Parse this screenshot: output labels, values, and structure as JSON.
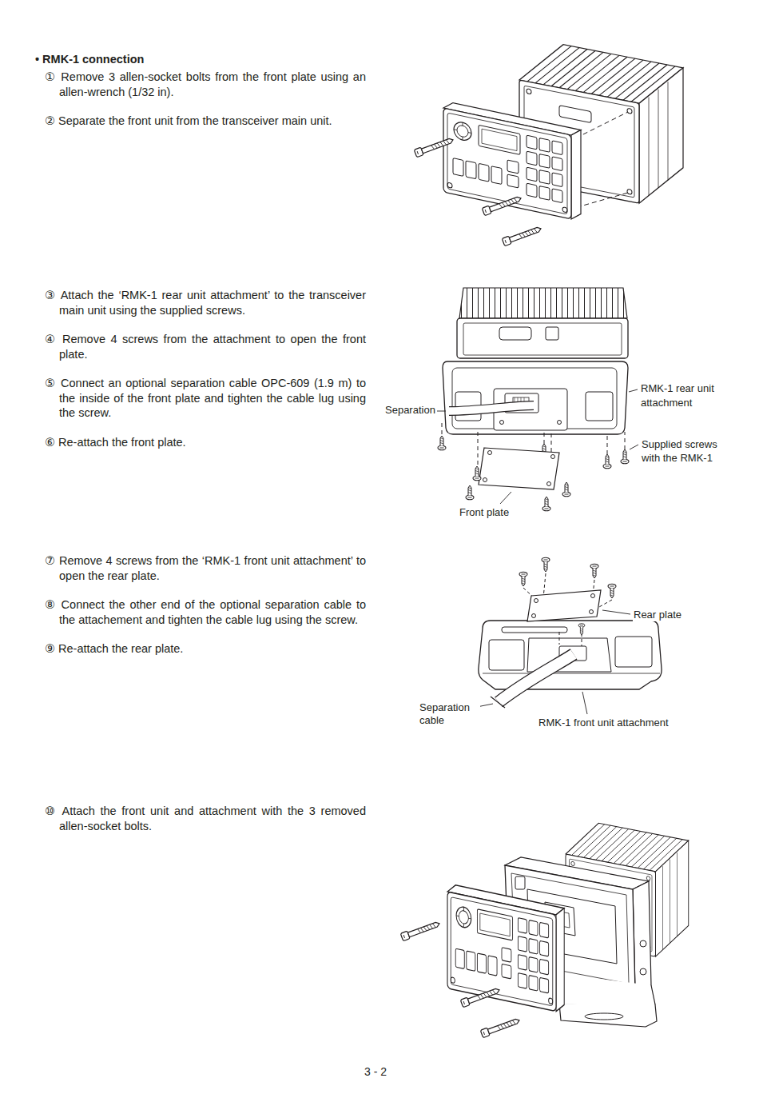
{
  "diagram": {
    "title": "• RMK-1 connection",
    "labels": [
      "① Remove 3 allen-socket bolts from the front plate using an allen-wrench (1/32 in).",
      "② Separate the front unit from the transceiver main unit.",
      "③ Attach the ‘RMK-1 rear unit attachment’ to the transceiver main unit using the supplied screws.",
      "④ Remove 4 screws from the attachment to open the front plate.",
      "⑤ Connect an optional separation cable OPC-609 (1.9 m) to the inside of the front plate and tighten the cable lug using the screw.",
      "⑥ Re-attach the front plate.",
      "⑦ Remove 4 screws from the ‘RMK-1 front unit attachment’ to open the rear plate.",
      "⑧ Connect the other end of the optional separation cable to the attachement and tighten the cable lug using the screw.",
      "⑨ Re-attach the rear plate.",
      "⑩ Attach the front unit and attachment with the 3 removed allen-socket bolts.",
      "Separation",
      "RMK-1 rear unit attachment",
      "Supplied screws with the RMK-1",
      "Front plate",
      "Rear plate",
      "Separation cable",
      "RMK-1 front unit attachment",
      "3 - 2"
    ]
  }
}
